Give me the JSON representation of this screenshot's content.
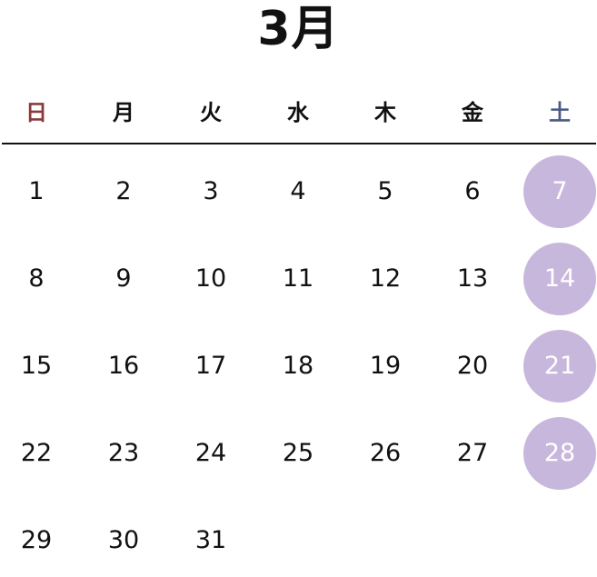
{
  "month_title": "3月",
  "colors": {
    "sunday": "#8a3a3a",
    "saturday": "#4a5a86",
    "highlight_circle": "#c8b7dc",
    "highlight_text": "#ffffff",
    "text": "#111111"
  },
  "weekdays": [
    "日",
    "月",
    "火",
    "水",
    "木",
    "金",
    "土"
  ],
  "weeks": [
    [
      "1",
      "2",
      "3",
      "4",
      "5",
      "6",
      "7"
    ],
    [
      "8",
      "9",
      "10",
      "11",
      "12",
      "13",
      "14"
    ],
    [
      "15",
      "16",
      "17",
      "18",
      "19",
      "20",
      "21"
    ],
    [
      "22",
      "23",
      "24",
      "25",
      "26",
      "27",
      "28"
    ],
    [
      "29",
      "30",
      "31",
      "",
      "",
      "",
      ""
    ]
  ],
  "highlighted_days": [
    "7",
    "14",
    "21",
    "28"
  ]
}
